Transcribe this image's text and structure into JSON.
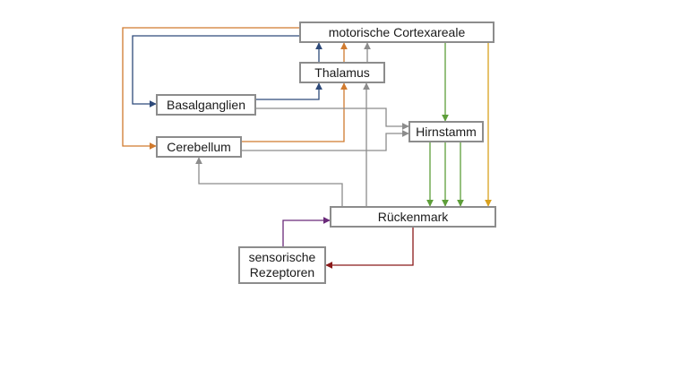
{
  "nodes": {
    "cortex": "motorische Cortexareale",
    "thalamus": "Thalamus",
    "basal": "Basalganglien",
    "hirnstamm": "Hirnstamm",
    "cerebellum": "Cerebellum",
    "rueckenmark": "Rückenmark",
    "sensorisch": "sensorische\nRezeptoren"
  },
  "colors": {
    "blue": "#2e4a7a",
    "orange": "#d07a2e",
    "gray": "#8c8c8c",
    "green": "#5e9e3a",
    "gold": "#d9a11e",
    "purple": "#6a2a7a",
    "darkred": "#8b1a1a"
  },
  "connections": [
    {
      "from": "cortex",
      "to": "basal",
      "color": "blue"
    },
    {
      "from": "cortex",
      "to": "cerebellum",
      "color": "orange"
    },
    {
      "from": "basal",
      "to": "thalamus",
      "color": "blue"
    },
    {
      "from": "cerebellum",
      "to": "thalamus",
      "color": "orange"
    },
    {
      "from": "thalamus",
      "to": "cortex",
      "color": "blue"
    },
    {
      "from": "thalamus",
      "to": "cortex",
      "color": "orange"
    },
    {
      "from": "thalamus",
      "to": "cortex",
      "color": "gray"
    },
    {
      "from": "basal",
      "to": "hirnstamm",
      "color": "gray"
    },
    {
      "from": "cerebellum",
      "to": "hirnstamm",
      "color": "gray"
    },
    {
      "from": "cortex",
      "to": "hirnstamm",
      "color": "green"
    },
    {
      "from": "cortex",
      "to": "rueckenmark",
      "color": "gold"
    },
    {
      "from": "hirnstamm",
      "to": "rueckenmark",
      "color": "green"
    },
    {
      "from": "hirnstamm",
      "to": "rueckenmark",
      "color": "green"
    },
    {
      "from": "hirnstamm",
      "to": "rueckenmark",
      "color": "green"
    },
    {
      "from": "rueckenmark",
      "to": "thalamus",
      "color": "gray"
    },
    {
      "from": "rueckenmark",
      "to": "cerebellum",
      "color": "gray"
    },
    {
      "from": "sensorisch",
      "to": "rueckenmark",
      "color": "purple"
    },
    {
      "from": "rueckenmark",
      "to": "sensorisch",
      "color": "darkred"
    }
  ]
}
